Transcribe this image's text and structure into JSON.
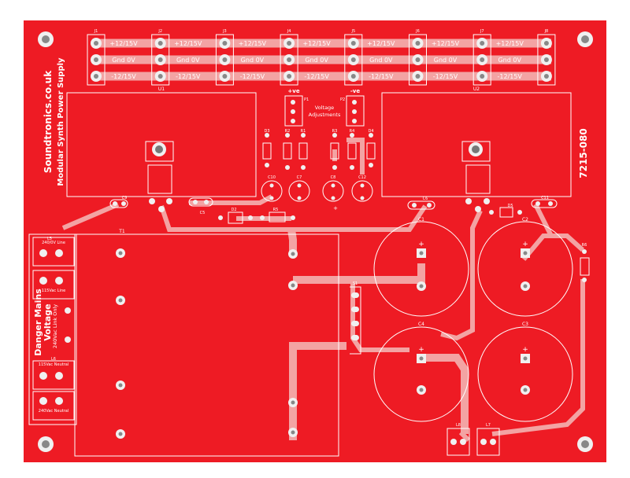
{
  "board": {
    "brand": "Soundtronics.co.uk",
    "product": "Modular Synth Power Supply",
    "part_number": "7215-080",
    "warning_line1": "Danger Mains",
    "warning_line2": "Voltage",
    "colors": {
      "board": "#ee1b24",
      "silk": "#ffffff",
      "trace": "#f3a3a3",
      "pad": "#f0f0f0"
    }
  },
  "headers": [
    {
      "ref": "J1",
      "pins": [
        "+12/15V",
        "Gnd 0V",
        "-12/15V"
      ]
    },
    {
      "ref": "J2",
      "pins": [
        "+12/15V",
        "Gnd 0V",
        "-12/15V"
      ]
    },
    {
      "ref": "J3",
      "pins": [
        "+12/15V",
        "Gnd 0V",
        "-12/15V"
      ]
    },
    {
      "ref": "J4",
      "pins": [
        "+12/15V",
        "Gnd 0V",
        "-12/15V"
      ]
    },
    {
      "ref": "J5",
      "pins": [
        "+12/15V",
        "Gnd 0V",
        "-12/15V"
      ]
    },
    {
      "ref": "J6",
      "pins": [
        "+12/15V",
        "Gnd 0V",
        "-12/15V"
      ]
    },
    {
      "ref": "J7",
      "pins": [
        "+12/15V",
        "Gnd 0V",
        "-12/15V"
      ]
    },
    {
      "ref": "J8"
    }
  ],
  "voltage_adjust": {
    "title_line1": "Voltage",
    "title_line2": "Adjustments",
    "pos": "+ve",
    "neg": "-ve",
    "p1": "P1",
    "p2": "P2"
  },
  "refs": {
    "u1": "U1",
    "u2": "U2",
    "t1": "T1",
    "s1": "S1",
    "d1": "D1",
    "d2": "D2",
    "d3": "D3",
    "d4": "D4",
    "d5": "D5",
    "r1": "R1",
    "r2": "R2",
    "r3": "R3",
    "r4": "R4",
    "r5": "R5",
    "r6": "R6",
    "c1": "C1",
    "c2": "C2",
    "c3": "C3",
    "c4": "C4",
    "c5": "C5",
    "c6": "C6",
    "c7": "C7",
    "c8": "C8",
    "c9": "C9",
    "c10": "C10",
    "c11": "C11",
    "c12": "C12",
    "l5": "L5",
    "l6": "L6",
    "l7": "L7",
    "l8": "L8"
  },
  "mains_block": {
    "top_label": "240/0V Line",
    "label_115_line": "115Vac Line",
    "label_115_neutral": "115Vac Neutral",
    "link_note": "240Vac Link Only",
    "bottom_label": "240Vac Neutral"
  },
  "symbols": {
    "plus": "+"
  }
}
